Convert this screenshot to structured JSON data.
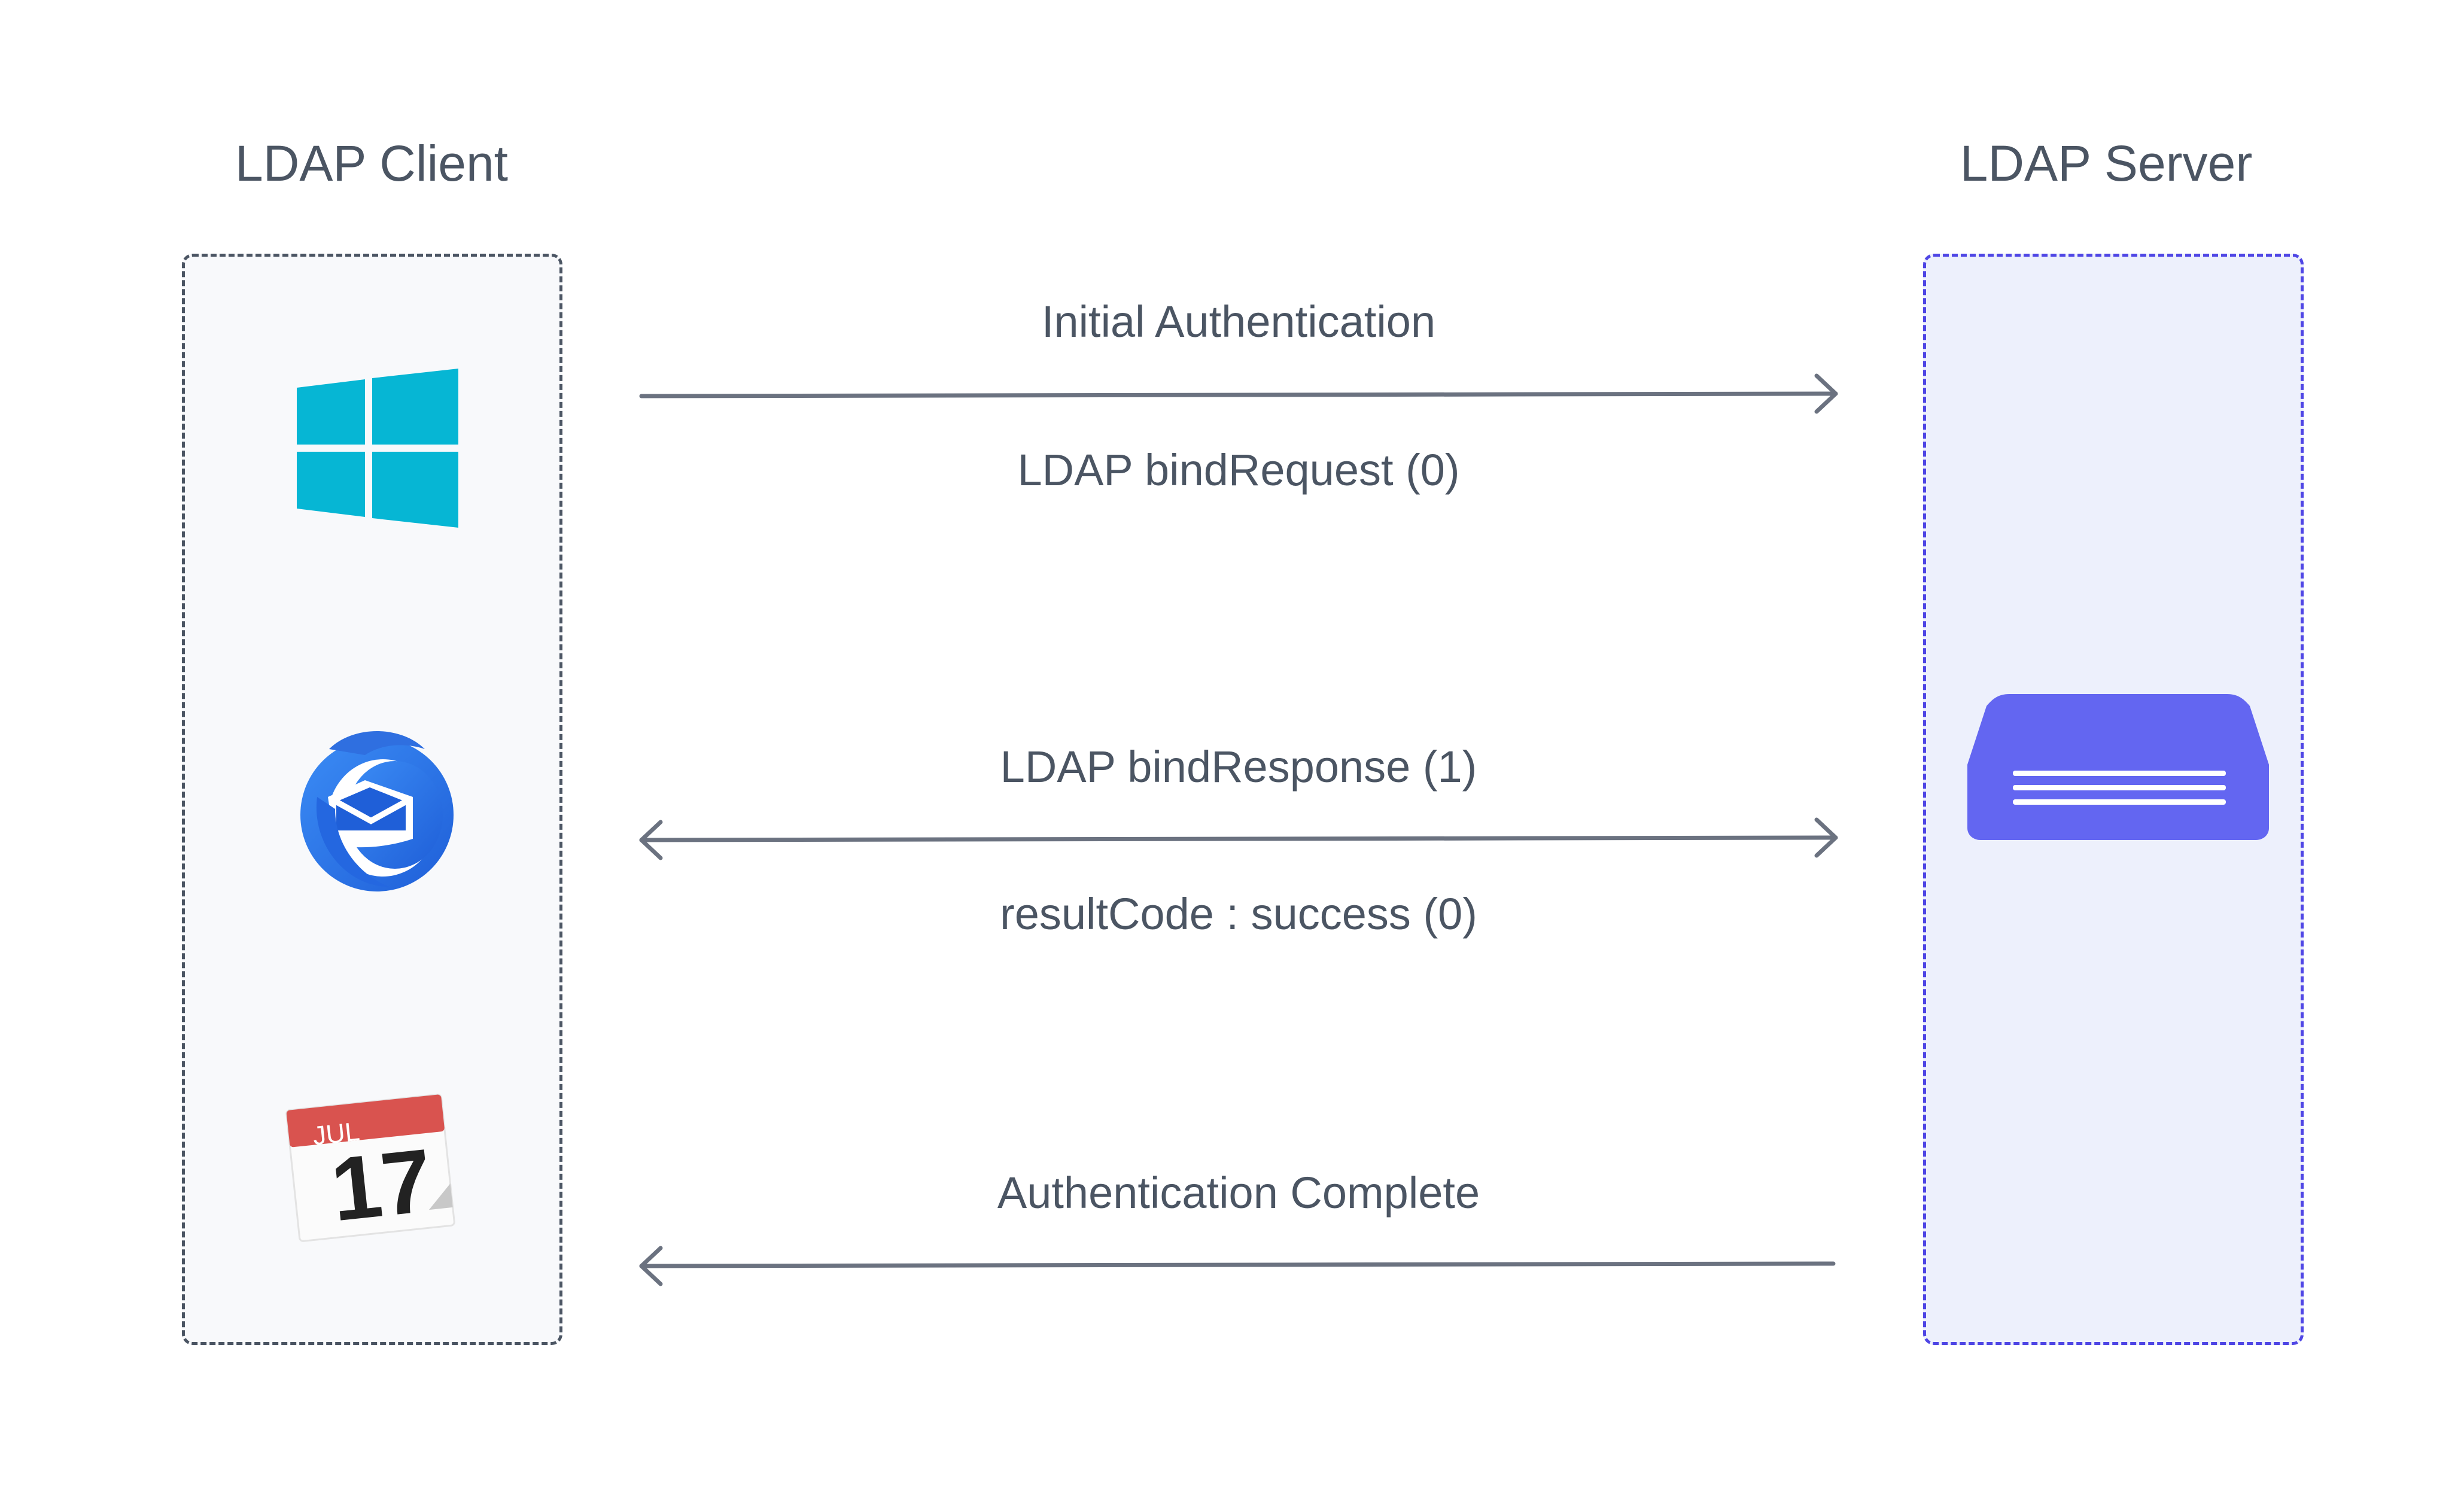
{
  "client": {
    "title": "LDAP Client",
    "icons": [
      "windows-icon",
      "thunderbird-icon",
      "calendar-icon"
    ],
    "calendar": {
      "month": "JUL",
      "day": "17"
    }
  },
  "server": {
    "title": "LDAP Server",
    "icon": "server-icon"
  },
  "messages": [
    {
      "label_top": "Initial Authentication",
      "label_bottom": "LDAP bindRequest (0)",
      "direction": "client-to-server"
    },
    {
      "label_top": "LDAP bindResponse (1)",
      "label_bottom": "resultCode : success (0)",
      "direction": "bidirectional"
    },
    {
      "label_top": "Authentication Complete",
      "label_bottom": "",
      "direction": "server-to-client"
    }
  ],
  "colors": {
    "text": "#4b5563",
    "arrow": "#6b7280",
    "client_border": "#4b5563",
    "client_fill": "#f8f9fb",
    "server_border": "#4f46e5",
    "server_fill": "#edf0fc",
    "windows": "#06b6d4",
    "thunderbird": "#2f7bf0",
    "server_icon": "#6366f1",
    "calendar_header": "#d9534f"
  }
}
